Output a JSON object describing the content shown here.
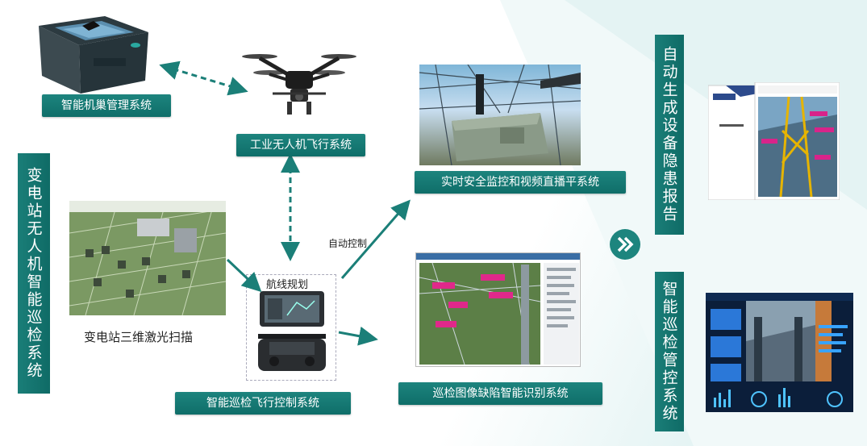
{
  "labels": {
    "nest_mgmt": "智能机巢管理系统",
    "uav_flight": "工业无人机飞行系统",
    "video_monitor": "实时安全监控和视频直播平系统",
    "image_recog": "巡检图像缺陷智能识别系统",
    "flight_ctrl": "智能巡检飞行控制系统",
    "route_plan": "航线规划",
    "auto_ctrl": "自动控制",
    "laser_scan": "变电站三维激光扫描"
  },
  "vertical": {
    "main_title": "变电站无人机智能巡检系统",
    "auto_report": "自动生成设备隐患报告",
    "mgmt_control": "智能巡检管控系统"
  },
  "icons": {
    "next": "double-chevron-right-icon"
  },
  "colors": {
    "teal": "#16807a",
    "teal_dark": "#0f6b66",
    "arrow": "#1b7f78"
  }
}
